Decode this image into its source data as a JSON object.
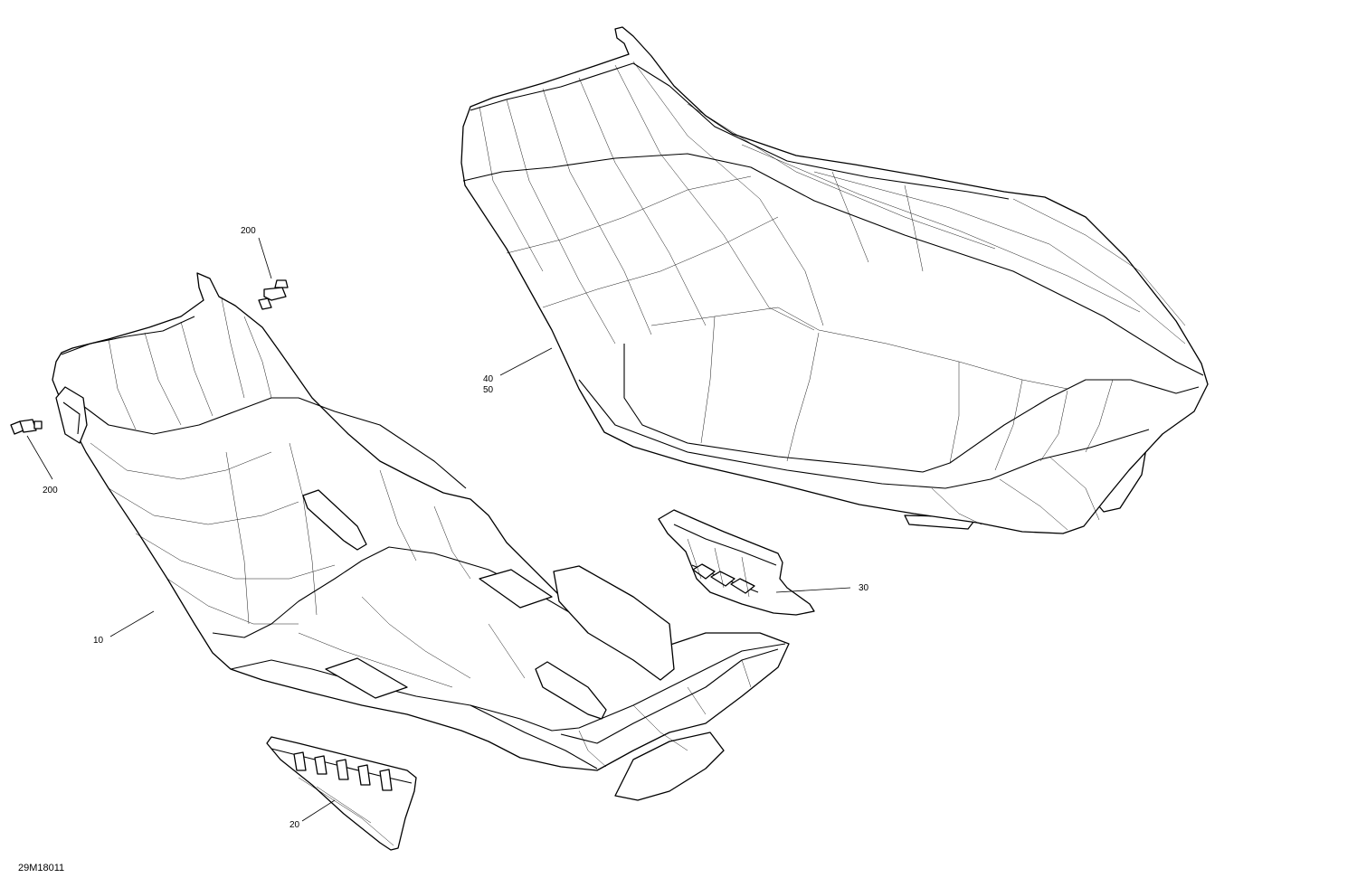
{
  "drawing_id": "29M18011",
  "callouts": {
    "fastener_top": "200",
    "fastener_left": "200",
    "front_seat": "10",
    "front_seat_insert": "20",
    "rear_seat_insert": "30",
    "rear_seat_line1": "40",
    "rear_seat_line2": "50"
  },
  "colors": {
    "line": "#000000",
    "background": "#ffffff"
  }
}
